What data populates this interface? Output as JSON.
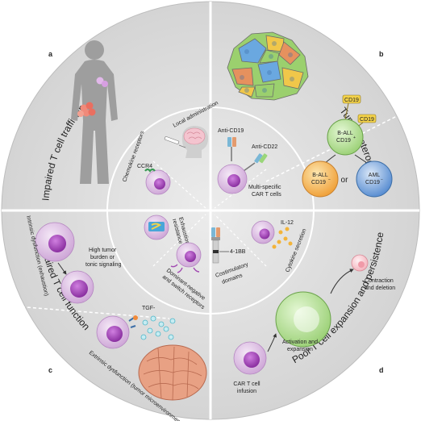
{
  "quadrants": {
    "a": {
      "letter": "a",
      "title": "Impaired T cell trafficking"
    },
    "b": {
      "letter": "b",
      "title": "Tumor heterogeneity"
    },
    "c": {
      "letter": "c",
      "title": "Impaired T cell function"
    },
    "d": {
      "letter": "d",
      "title": "Poor T cell expansion and persistence"
    }
  },
  "inner": {
    "local_admin": "Local administration",
    "chemokine": "Chemokine receptors",
    "ccr4": "CCR4",
    "anti_cd19": "Anti-CD19",
    "anti_cd22": "Anti-CD22",
    "multi1": "Multi-specific",
    "multi2": "CAR T cells",
    "exhaust1": "Exhaustion",
    "exhaust2": "resistance",
    "dom1": "Dominant-negative",
    "dom2": "and switch receptors",
    "il12": "IL-12",
    "cytokine": "Cytokine secretion",
    "fourbb": "4-1BB",
    "cost1": "Costimulatory",
    "cost2": "domains"
  },
  "tumor_het": {
    "cd19_tag1": "CD19",
    "cd19_tag2": "CD19",
    "ball_pos_1": "B-ALL",
    "ball_pos_2": "CD19",
    "ball_pos_sup": "+",
    "ball_neg_1": "B-ALL",
    "ball_neg_2": "CD19",
    "ball_neg_sup": "−",
    "or": "or",
    "aml_1": "AML",
    "aml_2": "CD19",
    "aml_sup": "−"
  },
  "function": {
    "high1": "High tumor",
    "high2": "burden or",
    "high3": "tonic signaling",
    "intrinsic": "Intrinsic dysfunction (exhaustion)",
    "tgf": "TGF-",
    "extrinsic": "Extrinsic dysfunction (tumor microenvironment)"
  },
  "expansion": {
    "contract1": "Contraction",
    "contract2": "and deletion",
    "act1": "Activation and",
    "act2": "expansion",
    "inf1": "CAR T cell",
    "inf2": "infusion"
  },
  "colors": {
    "disc": "#dcdcdc",
    "cell": "#d9b8de",
    "nucleus": "#a14ab1",
    "green_cell": "#b5e39a",
    "orange": "#f2a64b",
    "yellow": "#f3d24a",
    "blue": "#5a8fd0",
    "tumor": "#e89c7e"
  }
}
